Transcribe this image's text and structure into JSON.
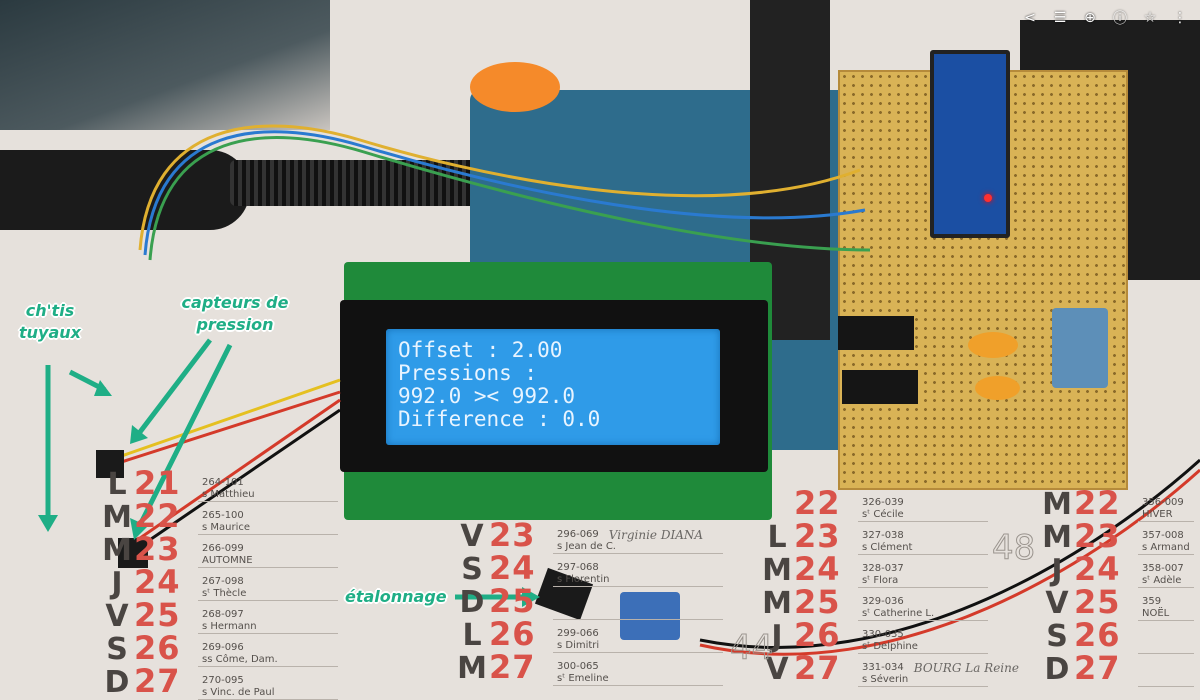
{
  "viewer_toolbar": {
    "buttons": [
      {
        "name": "share-icon",
        "glyph": "<"
      },
      {
        "name": "adjust-icon",
        "glyph": "☰"
      },
      {
        "name": "zoom-icon",
        "glyph": "⊕"
      },
      {
        "name": "info-icon",
        "glyph": "ⓘ"
      },
      {
        "name": "star-icon",
        "glyph": "☆"
      },
      {
        "name": "more-icon",
        "glyph": "⋮"
      }
    ]
  },
  "lcd": {
    "lines": [
      "Offset : 2.00",
      "Pressions :",
      "992.0 >< 992.0",
      "Difference : 0.0"
    ],
    "backlight": "#2f9be8"
  },
  "annotations": {
    "tuyaux": "ch'tis tuyaux",
    "capteurs": "capteurs de pression",
    "etalonnage": "étalonnage",
    "color": "#1fae86"
  },
  "calendar": {
    "col_a": [
      {
        "day": "L",
        "num": "21",
        "code": "264-101",
        "saint": "s Matthieu"
      },
      {
        "day": "M",
        "num": "22",
        "code": "265-100",
        "saint": "s Maurice"
      },
      {
        "day": "M",
        "num": "23",
        "code": "266-099",
        "saint": "AUTOMNE"
      },
      {
        "day": "J",
        "num": "24",
        "code": "267-098",
        "saint": "sᵗ Thècle"
      },
      {
        "day": "V",
        "num": "25",
        "code": "268-097",
        "saint": "s Hermann"
      },
      {
        "day": "S",
        "num": "26",
        "code": "269-096",
        "saint": "ss Côme, Dam."
      },
      {
        "day": "D",
        "num": "27",
        "code": "270-095",
        "saint": "s Vinc. de Paul"
      }
    ],
    "col_b": [
      {
        "day": "V",
        "num": "23",
        "code": "296-069",
        "saint": "s Jean de C.",
        "note": "Virginie DIANA"
      },
      {
        "day": "S",
        "num": "24",
        "code": "297-068",
        "saint": "s Florentin"
      },
      {
        "day": "D",
        "num": "25",
        "code": "",
        "saint": ""
      },
      {
        "day": "L",
        "num": "26",
        "code": "299-066",
        "saint": "s Dimitri"
      },
      {
        "day": "M",
        "num": "27",
        "code": "300-065",
        "saint": "sᵗ Emeline"
      }
    ],
    "col_c": [
      {
        "day": "",
        "num": "22",
        "code": "326-039",
        "saint": "sᵗ Cécile"
      },
      {
        "day": "L",
        "num": "23",
        "code": "327-038",
        "saint": "s Clément"
      },
      {
        "day": "M",
        "num": "24",
        "code": "328-037",
        "saint": "sᵗ Flora"
      },
      {
        "day": "M",
        "num": "25",
        "code": "329-036",
        "saint": "sᵗ Catherine L."
      },
      {
        "day": "J",
        "num": "26",
        "code": "330-035",
        "saint": "sᵗ Delphine"
      },
      {
        "day": "V",
        "num": "27",
        "code": "331-034",
        "saint": "s Séverin",
        "note": "BOURG La Reine"
      }
    ],
    "col_d": [
      {
        "day": "M",
        "num": "22",
        "code": "356-009",
        "saint": "HIVER"
      },
      {
        "day": "M",
        "num": "23",
        "code": "357-008",
        "saint": "s Armand"
      },
      {
        "day": "J",
        "num": "24",
        "code": "358-007",
        "saint": "sᵗ Adèle"
      },
      {
        "day": "V",
        "num": "25",
        "code": "359",
        "saint": "NOËL"
      },
      {
        "day": "S",
        "num": "26",
        "code": "",
        "saint": ""
      },
      {
        "day": "D",
        "num": "27",
        "code": "",
        "saint": ""
      }
    ],
    "week_numbers": [
      "48",
      "44"
    ]
  }
}
